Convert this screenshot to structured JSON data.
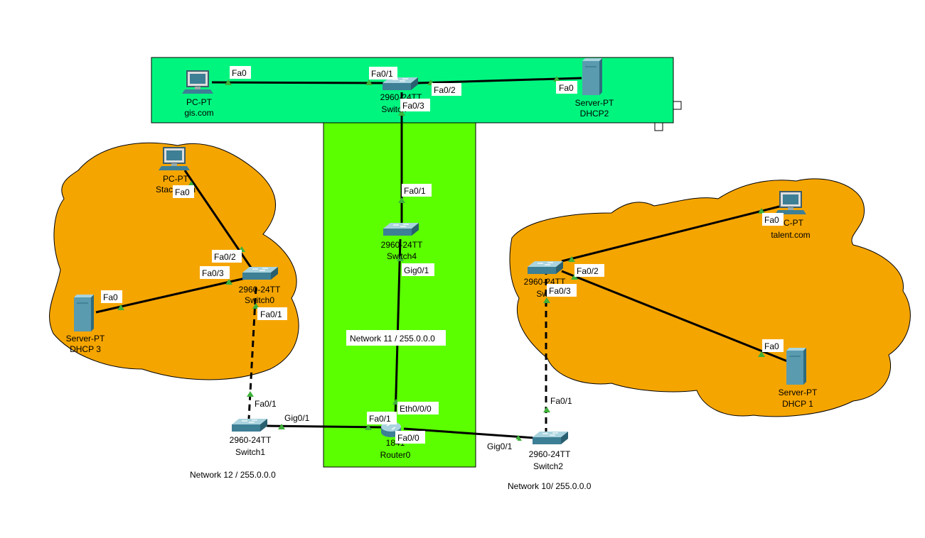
{
  "colors": {
    "area_bg": "#f5a500",
    "top_bar_bg": "#00f57f",
    "center_bg": "#5bff00",
    "link": "#000000",
    "port_marker": "#3fb13a",
    "switch_body": "#3d7f95",
    "server_body": "#5a9bb0"
  },
  "devices": {
    "pc_gis": {
      "model": "PC-PT",
      "name": "gis.com",
      "icon": "pc-icon"
    },
    "switch_top": {
      "model": "2960-24TT",
      "name": "Switch",
      "icon": "switch-icon"
    },
    "server_dhcp2": {
      "model": "Server-PT",
      "name": "DHCP2",
      "icon": "server-icon"
    },
    "pc_stack": {
      "model": "PC-PT",
      "name": "Stack.com",
      "icon": "pc-icon"
    },
    "switch0": {
      "model": "2960-24TT",
      "name": "Switch0",
      "icon": "switch-icon"
    },
    "server_dhcp3": {
      "model": "Server-PT",
      "name": "DHCP 3",
      "icon": "server-icon"
    },
    "switch4": {
      "model": "2960-24TT",
      "name": "Switch4",
      "icon": "switch-icon"
    },
    "switch1": {
      "model": "2960-24TT",
      "name": "Switch1",
      "icon": "switch-icon"
    },
    "router0": {
      "model": "1841",
      "name": "Router0",
      "icon": "router-icon"
    },
    "switch2": {
      "model": "2960-24TT",
      "name": "Switch2",
      "icon": "switch-icon"
    },
    "switch_right": {
      "model": "2960-24TT",
      "name": "Switch",
      "icon": "switch-icon"
    },
    "pc_talent": {
      "model": "PC-PT",
      "name": "talent.com",
      "icon": "pc-icon"
    },
    "server_dhcp1": {
      "model": "Server-PT",
      "name": "DHCP 1",
      "icon": "server-icon"
    }
  },
  "ports": {
    "gis_fa0": "Fa0",
    "swtop_fa01": "Fa0/1",
    "swtop_fa02": "Fa0/2",
    "dhcp2_fa0": "Fa0",
    "swtop_fa03": "Fa0/3",
    "sw4_fa01": "Fa0/1",
    "sw4_gig01": "Gig0/1",
    "stack_fa0": "Fa0",
    "sw0_fa02": "Fa0/2",
    "sw0_fa03": "Fa0/3",
    "dhcp3_fa0": "Fa0",
    "sw0_fa01": "Fa0/1",
    "sw1_fa01": "Fa0/1",
    "sw1_gig01": "Gig0/1",
    "r0_eth000": "Eth0/0/0",
    "r0_fa01": "Fa0/1",
    "r0_fa00": "Fa0/0",
    "sw2_gig01": "Gig0/1",
    "sw2_fa01": "Fa0/1",
    "swr_fa02": "Fa0/2",
    "swr_fa03": "Fa0/3",
    "talent_fa0": "Fa0",
    "dhcp1_fa0": "Fa0"
  },
  "networks": {
    "net11": "Network 11 / 255.0.0.0",
    "net12": "Network 12 / 255.0.0.0",
    "net10": "Network 10/ 255.0.0.0"
  }
}
